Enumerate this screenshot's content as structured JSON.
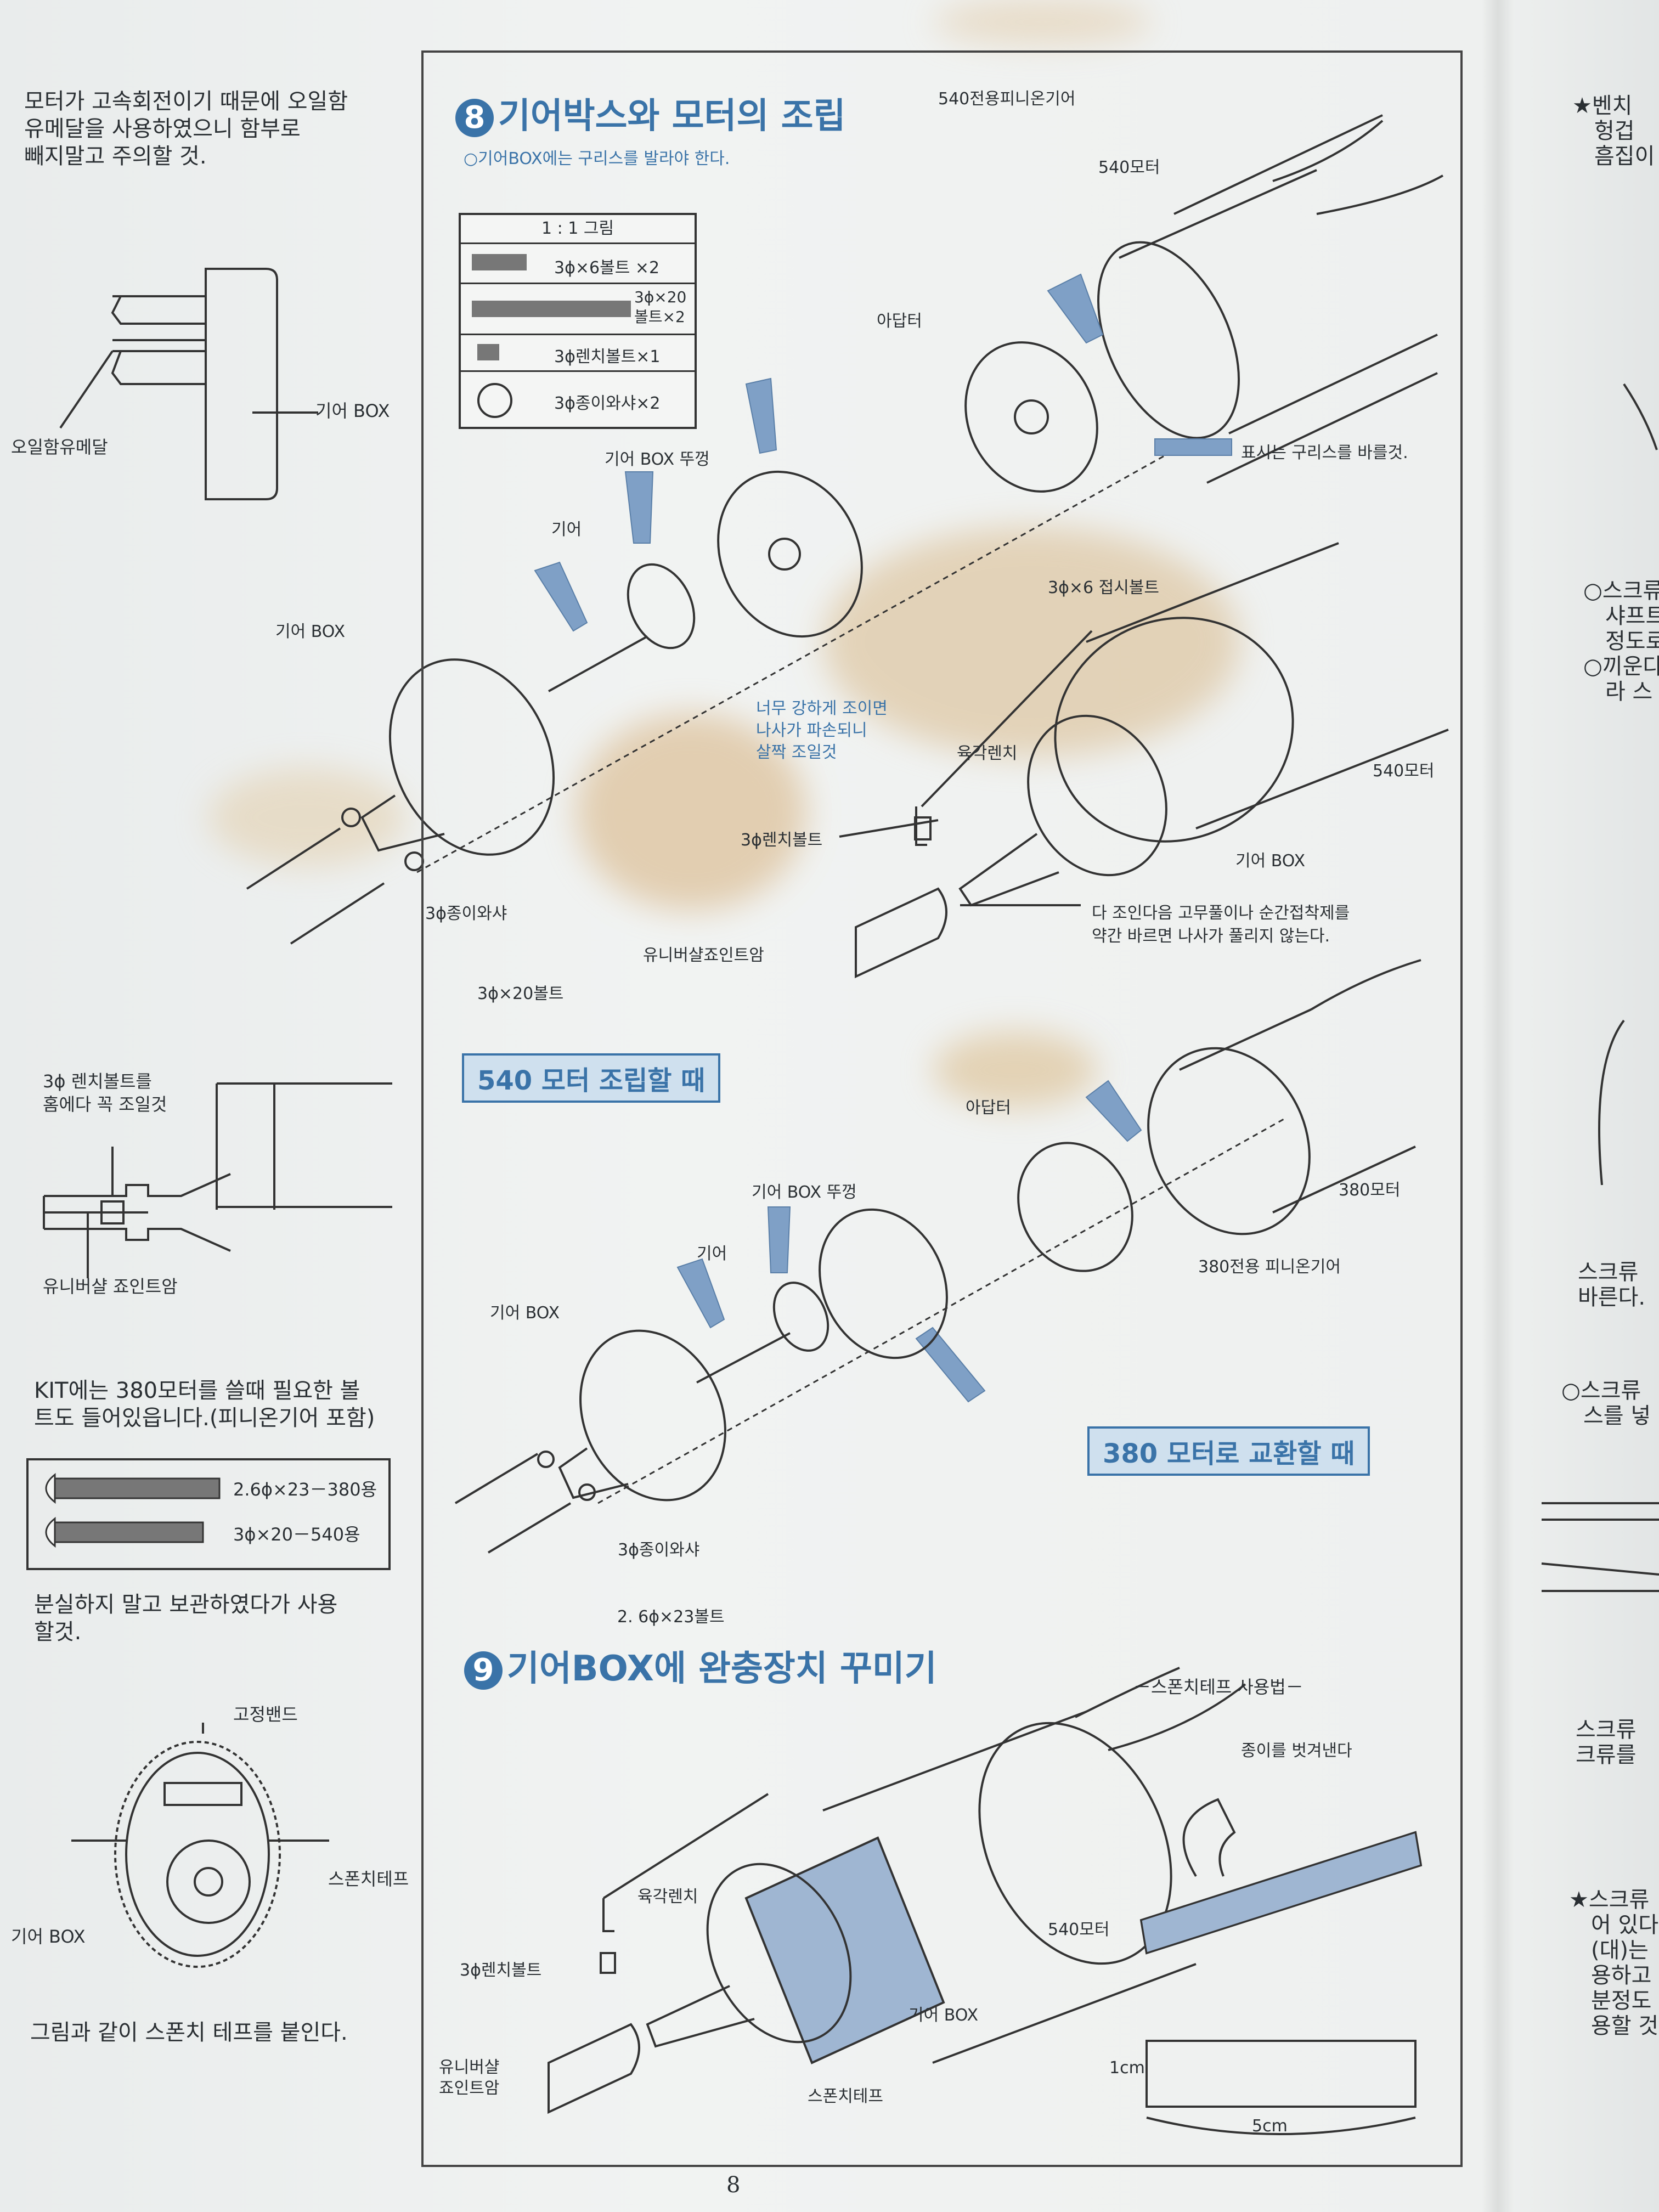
{
  "left_column": {
    "oil_note": "모터가 고속회전이기 때문에 오일함\n유메달을 사용하였으니 함부로\n빼지말고 주의할 것.",
    "fig_label_gearbox": "기어 BOX",
    "fig_label_oil_bearing": "오일함유메달",
    "wrench_note": "3ϕ 렌치볼트를\n홈에다 꼭 조일것",
    "joint_label": "유니버샬 죠인트암",
    "kit_note": "KIT에는 380모터를 쓸때 필요한 볼\n트도 들어있읍니다.(피니온기어 포함)",
    "bolts": [
      "2.6ϕ×23－380용",
      "3ϕ×20－540용"
    ],
    "keep_note": "분실하지 말고 보관하였다가 사용\n할것.",
    "band_label": "고정밴드",
    "sponge_label": "스폰치테프",
    "gearbox_label2": "기어 BOX",
    "attach_note": "그림과 같이 스폰치 테프를 붙인다."
  },
  "section8": {
    "number": "8",
    "title": "기어박스와 모터의 조립",
    "subtitle": "○기어BOX에는 구리스를 발라야 한다.",
    "parts_table": {
      "header": "1 : 1 그림",
      "rows": [
        "3ϕ×6볼트 ×2",
        "3ϕ×20\n볼트×2",
        "3ϕ렌치볼트×1",
        "3ϕ종이와샤×2"
      ]
    },
    "labels": {
      "pinion_540": "540전용피니온기어",
      "motor_540": "540모터",
      "adapter": "아답터",
      "gearbox_cover": "기어 BOX 뚜껑",
      "gear": "기어",
      "gearbox": "기어 BOX",
      "grease_note": "표시는 구리스를 바를것.",
      "flat_bolt": "3ϕ×6  접시볼트",
      "tighten_note": "너무 강하게 조이면\n나사가 파손되니\n살짝 조일것",
      "hex_wrench": "육각렌치",
      "motor_540_b": "540모터",
      "wrench_bolt": "3ϕ렌치볼트",
      "gearbox_b": "기어 BOX",
      "glue_note": "다 조인다음 고무풀이나 순간접착제를\n약간 바르면 나사가 풀리지 않는다.",
      "joint_arm": "유니버샬죠인트암",
      "paper_washer": "3ϕ종이와샤",
      "bolt_20": "3ϕ×20볼트"
    },
    "box_540": "540 모터 조립할 때",
    "labels_380": {
      "adapter": "아답터",
      "motor_380": "380모터",
      "gearbox_cover": "기어 BOX 뚜껑",
      "gear": "기어",
      "pinion_380": "380전용 피니온기어",
      "gearbox": "기어 BOX",
      "paper_washer": "3ϕ종이와샤",
      "bolt_23": "2. 6ϕ×23볼트"
    },
    "box_380": "380 모터로 교환할 때"
  },
  "section9": {
    "number": "9",
    "title": "기어BOX에 완충장치 꾸미기",
    "sponge_howto": "－스폰치테프 사용법－",
    "peel": "종이를 벗겨낸다",
    "hex_wrench": "육각렌치",
    "wrench_bolt": "3ϕ렌치볼트",
    "motor_540": "540모터",
    "gearbox": "기어 BOX",
    "joint_arm": "유니버샬\n죠인트암",
    "sponge": "스폰치테프",
    "dim_h": "1cm",
    "dim_w": "5cm"
  },
  "right_column": {
    "star1": "★벤치",
    "star1_l2": "헝겁",
    "star1_l3": "흠집이",
    "screw1": "○스크류",
    "screw1_l2": "샤프트",
    "screw1_l3": "정도로",
    "screw1_l4": "○끼운다",
    "screw1_l5": "라 스",
    "screw2": "스크류",
    "screw2_l2": "바른다.",
    "screw3": "○스크류",
    "screw3_l2": "스를 넣",
    "screw4": "스크류",
    "screw4_l2": "크류를",
    "star2": "★스크류",
    "star2_l2": "어 있다",
    "star2_l3": "(대)는",
    "star2_l4": "용하고",
    "star2_l5": "분정도",
    "star2_l6": "용할 것"
  },
  "page_number": "8"
}
